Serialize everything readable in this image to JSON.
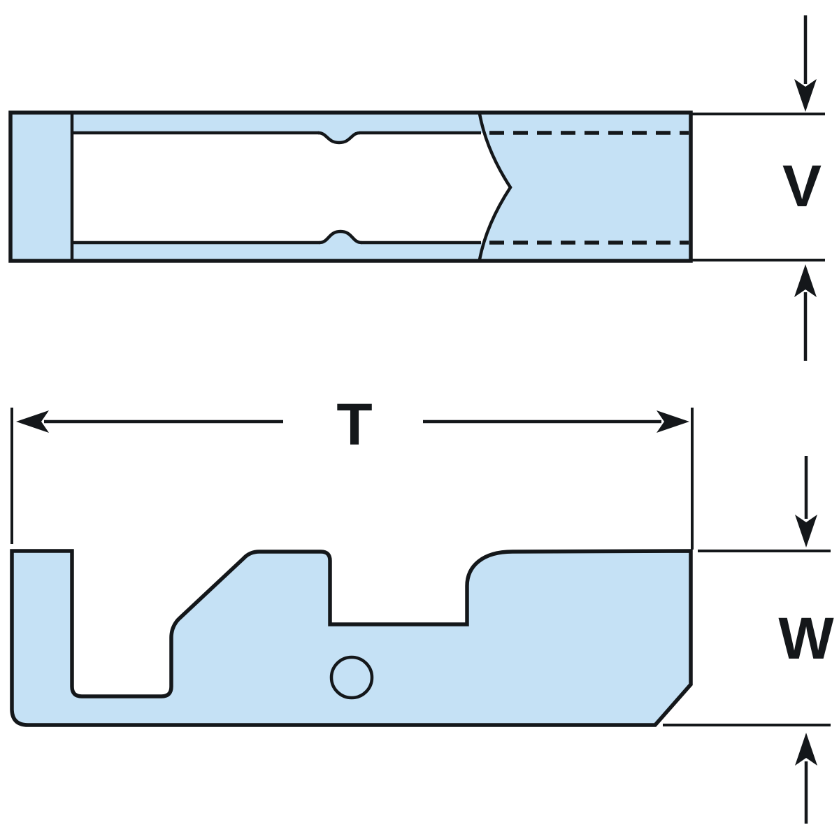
{
  "colors": {
    "background": "#ffffff",
    "part_fill": "#c5e1f5",
    "line": "#14171a"
  },
  "dimensions": {
    "v": {
      "label": "V"
    },
    "t": {
      "label": "T"
    },
    "w": {
      "label": "W"
    }
  }
}
